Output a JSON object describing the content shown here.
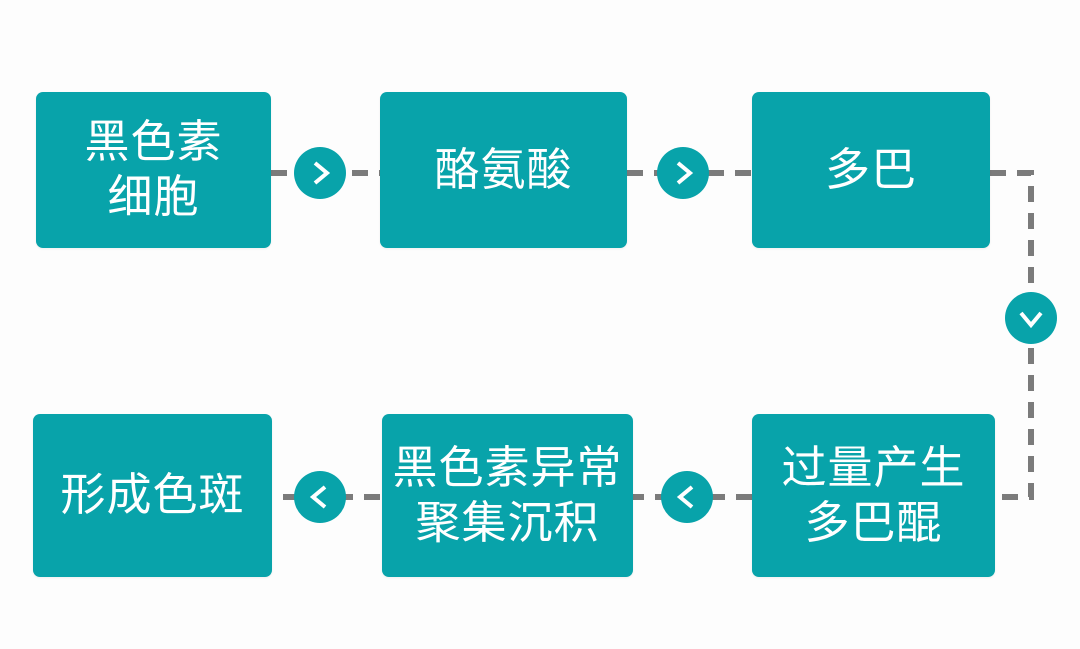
{
  "theme": {
    "background": "#fdfdfd",
    "node_fill": "#08a3aa",
    "node_text": "#ffffff",
    "connector": "#7b7b7b",
    "arrow_circle_fill": "#08a3aa",
    "arrow_glyph": "#ffffff"
  },
  "flowchart": {
    "nodes": [
      {
        "id": "melanocyte",
        "label": "黑色素\n细胞"
      },
      {
        "id": "tyrosine",
        "label": "酪氨酸"
      },
      {
        "id": "dopa",
        "label": "多巴"
      },
      {
        "id": "dopaquinone-overproduction",
        "label": "过量产生\n多巴醌"
      },
      {
        "id": "abnormal-melanin-deposition",
        "label": "黑色素异常\n聚集沉积"
      },
      {
        "id": "pigment-spots-form",
        "label": "形成色斑"
      }
    ],
    "arrows": [
      {
        "from": "黑色素细胞",
        "to": "酪氨酸",
        "direction": "right"
      },
      {
        "from": "酪氨酸",
        "to": "多巴",
        "direction": "right"
      },
      {
        "from": "多巴",
        "to": "过量产生多巴醌",
        "direction": "down"
      },
      {
        "from": "过量产生多巴醌",
        "to": "黑色素异常聚集沉积",
        "direction": "left"
      },
      {
        "from": "黑色素异常聚集沉积",
        "to": "形成色斑",
        "direction": "left"
      }
    ]
  }
}
